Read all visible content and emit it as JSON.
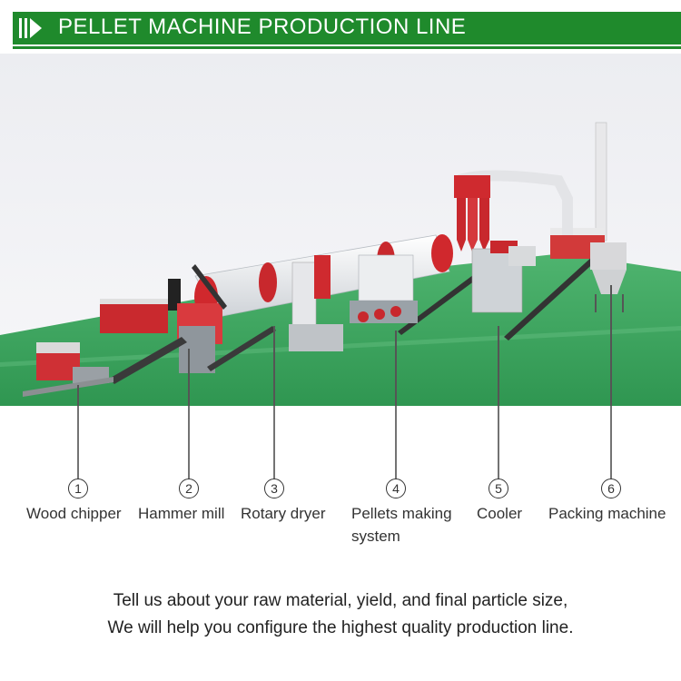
{
  "header": {
    "title": "PELLET MACHINE PRODUCTION LINE",
    "icon": "play-chevron-icon"
  },
  "colors": {
    "brand_green": "#1f8a2c",
    "floor_green": "#3aa35c",
    "machine_red": "#c8282d"
  },
  "steps": [
    {
      "number": "1",
      "label": "Wood chipper"
    },
    {
      "number": "2",
      "label": "Hammer mill"
    },
    {
      "number": "3",
      "label": "Rotary dryer"
    },
    {
      "number": "4",
      "label": "Pellets making",
      "label2": "system"
    },
    {
      "number": "5",
      "label": "Cooler"
    },
    {
      "number": "6",
      "label": "Packing machine"
    }
  ],
  "footer": {
    "line1": "Tell us about your raw material, yield, and final particle size,",
    "line2": "We will help you configure the highest quality production line."
  }
}
